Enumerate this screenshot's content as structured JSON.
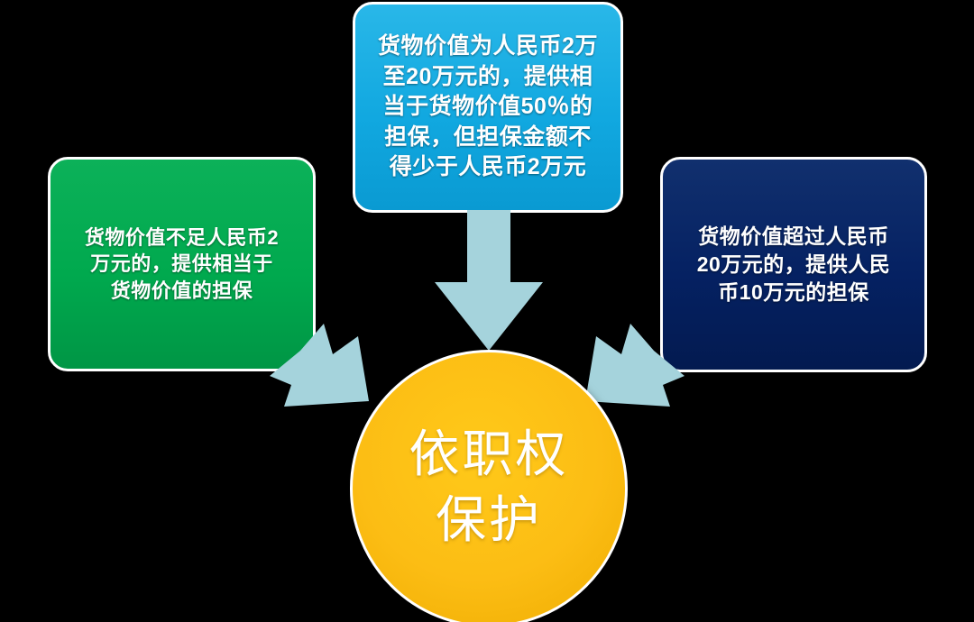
{
  "diagram": {
    "title": "依职权保护",
    "center": {
      "label": "依职权\n保护",
      "color": "#FCBD14",
      "shape": "circle"
    },
    "boxes": [
      {
        "id": "green",
        "position": "left",
        "color": "#00A94E",
        "text": "货物价值不足人民币2\n万元的，提供相当于\n货物价值的担保"
      },
      {
        "id": "blue",
        "position": "top",
        "color": "#16AEE5",
        "text": "货物价值为人民币2万\n至20万元的，提供相\n当于货物价值50％的\n担保，但担保金额不\n得少于人民币2万元"
      },
      {
        "id": "navy",
        "position": "right",
        "color": "#042061",
        "text": "货物价值超过人民币\n20万元的，提供人民\n币10万元的担保"
      }
    ],
    "arrows": [
      {
        "id": "arrow-down",
        "from": "blue",
        "to": "center",
        "direction": "down",
        "color": "#A5D3DC"
      },
      {
        "id": "arrow-left",
        "from": "green",
        "to": "center",
        "direction": "down-right",
        "color": "#A5D3DC"
      },
      {
        "id": "arrow-right",
        "from": "navy",
        "to": "center",
        "direction": "down-left",
        "color": "#A5D3DC"
      }
    ],
    "background_color": "#000000"
  }
}
